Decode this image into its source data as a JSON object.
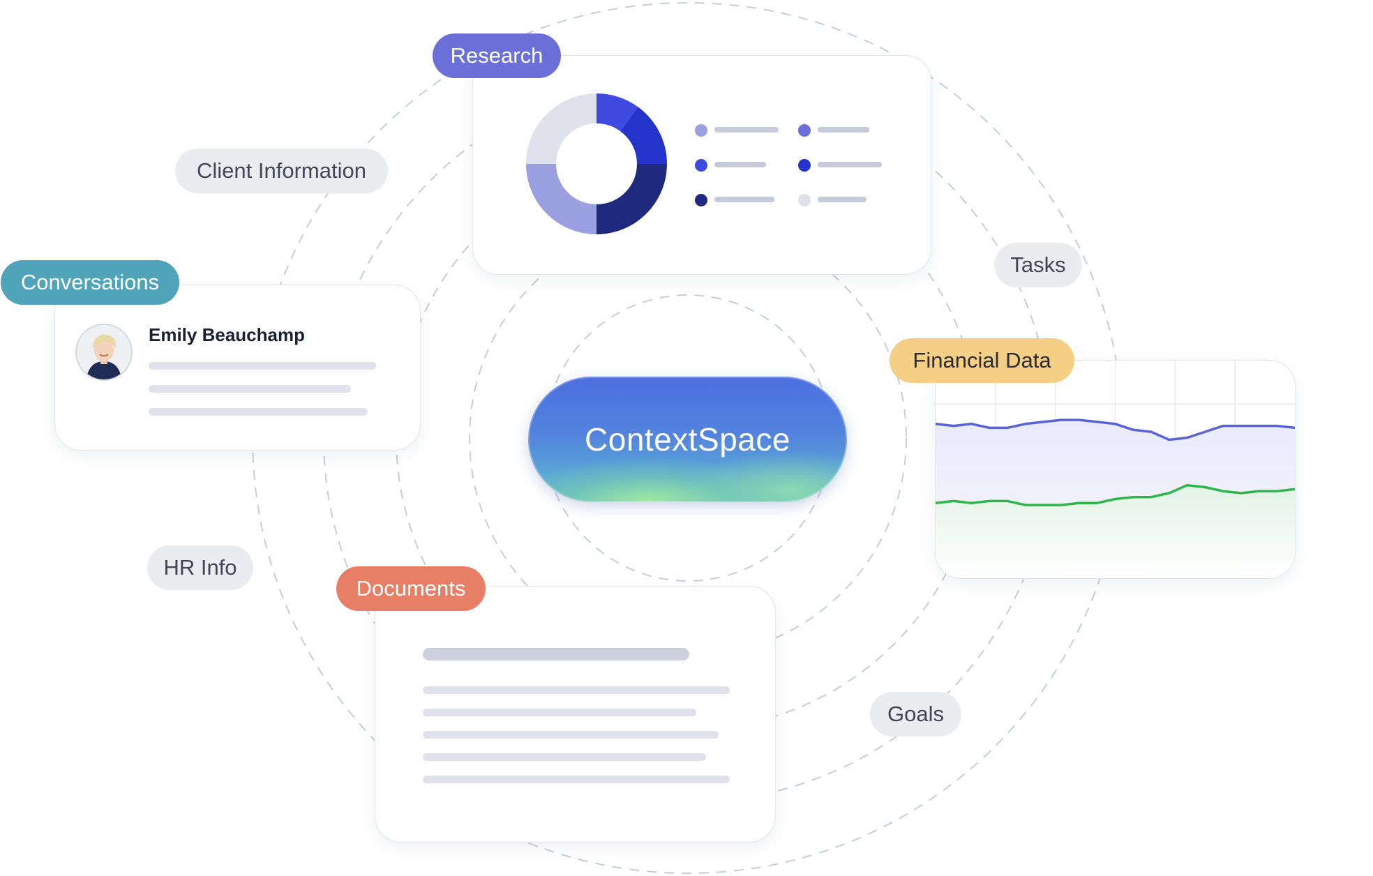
{
  "hub": {
    "label": "ContextSpace"
  },
  "labels": {
    "research": "Research",
    "client_information": "Client Information",
    "conversations": "Conversations",
    "tasks": "Tasks",
    "financial_data": "Financial Data",
    "hr_info": "HR Info",
    "documents": "Documents",
    "goals": "Goals"
  },
  "conversation": {
    "name": "Emily Beauchamp"
  },
  "colors": {
    "research": "#6b6fd8",
    "conversations": "#4fa4b9",
    "financial_data": "#f5cf86",
    "documents": "#e77f67",
    "donut": [
      "#3f4be0",
      "#2433c9",
      "#1f2a7f",
      "#9aa0e2",
      "#dfe2ec"
    ],
    "line_blue": "#5a63d6",
    "line_green": "#2fb64a"
  },
  "chart_data": [
    {
      "type": "pie",
      "style": "donut",
      "values": [
        10,
        15,
        25,
        25,
        25
      ],
      "legend_markers": 6
    },
    {
      "type": "line",
      "grid": true,
      "series": [
        {
          "values": [
            78,
            77,
            78,
            76,
            76,
            78,
            79,
            80,
            80,
            79,
            78,
            75,
            74,
            70,
            71,
            74,
            77,
            77,
            77,
            77,
            76
          ]
        },
        {
          "values": [
            38,
            39,
            38,
            39,
            39,
            37,
            37,
            37,
            38,
            38,
            40,
            41,
            41,
            43,
            47,
            46,
            44,
            43,
            44,
            44,
            45
          ]
        }
      ],
      "ylim": [
        0,
        110
      ]
    }
  ]
}
